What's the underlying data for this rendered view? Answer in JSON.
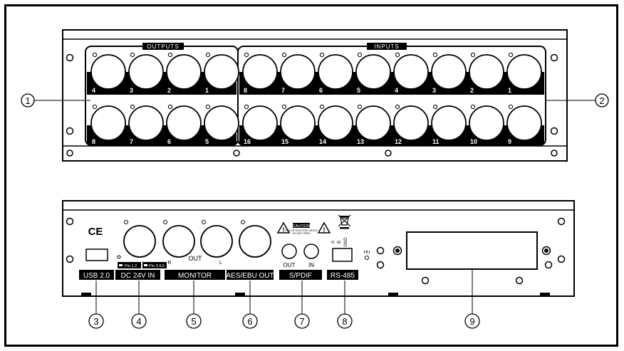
{
  "front_panel": {
    "outputs_label": "OUTPUTS",
    "inputs_label": "INPUTS",
    "outputs_top": [
      "4",
      "3",
      "2",
      "1"
    ],
    "outputs_bottom": [
      "8",
      "7",
      "6",
      "5"
    ],
    "inputs_top": [
      "8",
      "7",
      "6",
      "5",
      "4",
      "3",
      "2",
      "1"
    ],
    "inputs_bottom": [
      "16",
      "15",
      "14",
      "13",
      "12",
      "11",
      "10",
      "9"
    ]
  },
  "rear_panel": {
    "ce_mark": "CE",
    "pin_left": "Pin 1,2",
    "pin_right": "Pin 3,4,5",
    "monitor_r": "R",
    "monitor_out": "OUT",
    "monitor_l": "L",
    "spdif_out": "OUT",
    "spdif_in": "IN",
    "rs485_a": "A",
    "rs485_b": "B",
    "rs485_gnd": "GND",
    "hu_label": "HU",
    "caution_title": "CAUTION",
    "caution_line1": "RISK OF ELECTRIC SHOCK",
    "caution_line2": "DO NOT OPEN",
    "labels": {
      "usb": "USB 2.0",
      "dc": "DC 24V IN",
      "monitor": "MONITOR",
      "aes": "AES/EBU OUT",
      "spdif": "S/PDIF",
      "rs485": "RS-485"
    }
  },
  "callouts": [
    "①",
    "②",
    "③",
    "④",
    "⑤",
    "⑥",
    "⑦",
    "⑧",
    "⑨"
  ]
}
